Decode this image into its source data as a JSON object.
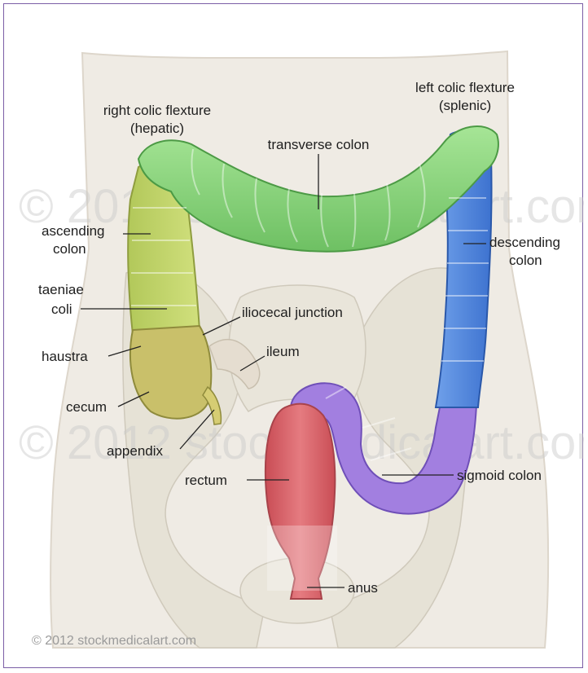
{
  "labels": {
    "right_colic_flexure": "right colic flexture",
    "hepatic": "(hepatic)",
    "left_colic_flexure": "left colic flexture",
    "splenic": "(splenic)",
    "transverse_colon": "transverse colon",
    "ascending_1": "ascending",
    "ascending_2": "colon",
    "descending_1": "descending",
    "descending_2": "colon",
    "taeniae_1": "taeniae",
    "taeniae_2": "coli",
    "iliocecal_junction": "iliocecal junction",
    "haustra": "haustra",
    "ileum": "ileum",
    "cecum": "cecum",
    "appendix": "appendix",
    "rectum": "rectum",
    "sigmoid_colon": "sigmoid colon",
    "anus": "anus"
  },
  "watermark": "© 2012 stockmedicalart.com",
  "copyright": "© 2012 stockmedicalart.com",
  "colors": {
    "transverse": "#8fd87f",
    "ascending": "#c3d66a",
    "cecum": "#c9c06a",
    "descending": "#4f88df",
    "sigmoid": "#a884e2",
    "rectum": "#d8646a",
    "bone": "#e6e2d6",
    "body": "#eeeae4"
  }
}
